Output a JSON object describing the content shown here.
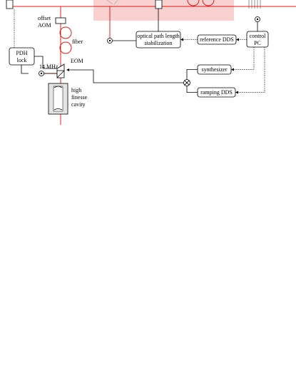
{
  "labels": {
    "offset_aom": [
      "offset",
      "AOM"
    ],
    "fiber": "fiber",
    "eom": "EOM",
    "pdh_lock": [
      "PDH",
      "lock"
    ],
    "freq_14mhz": "14 MHz",
    "cavity": [
      "high",
      "finesse",
      "cavity"
    ],
    "optical_path": [
      "optical path length",
      "stabilization"
    ],
    "reference_dds": "reference DDS",
    "control_pc": [
      "control",
      "PC"
    ],
    "synthesizer": "synthesizer",
    "ramping_dds": "ramping DDS"
  },
  "colors": {
    "laser": "#d42020",
    "highlight_region": "#f8d0d0",
    "line": "#000000"
  }
}
